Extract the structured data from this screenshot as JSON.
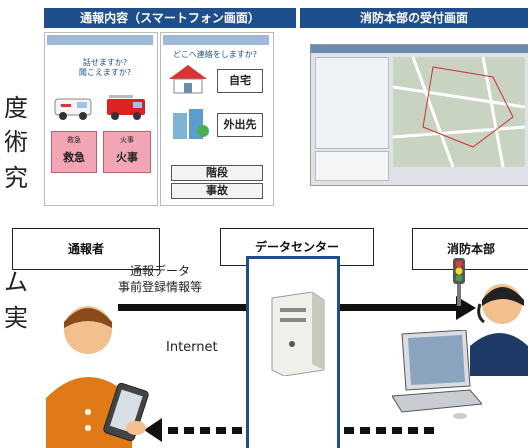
{
  "left_header": "通報内容（スマートフォン画面）",
  "right_header": "消防本部の受付画面",
  "edge_chars_top": [
    "度",
    "術",
    "究"
  ],
  "edge_chars_bottom": [
    "ム",
    "実"
  ],
  "phone1": {
    "top_text": "どこへ連絡をしますか?",
    "q1": "話せますか?",
    "q2": "聞こえますか?",
    "btn_emergency_sub": "救急",
    "btn_emergency": "救急",
    "btn_fire_sub": "火事",
    "btn_fire": "火事"
  },
  "phone2": {
    "home": "自宅",
    "outside": "外出先",
    "opt1": "階段",
    "opt2": "事故"
  },
  "labels": {
    "caller": "通報者",
    "datacenter": "データセンター",
    "fire_hq": "消防本部",
    "arrow_line1": "通報データ",
    "arrow_line2": "事前登録情報等",
    "internet": "Internet"
  }
}
